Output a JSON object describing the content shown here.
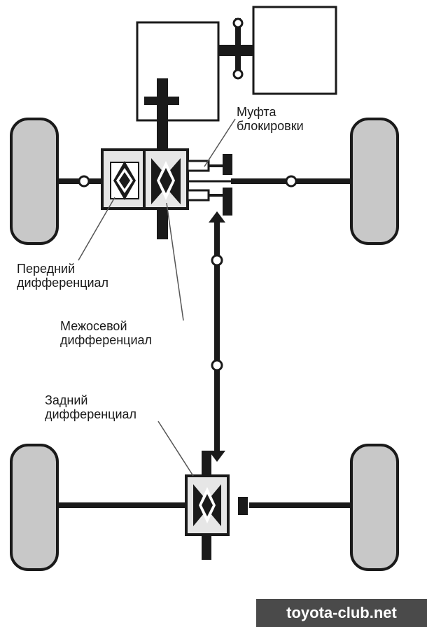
{
  "labels": {
    "lock_clutch": [
      "Муфта",
      "блокировки"
    ],
    "front_diff": [
      "Передний",
      "дифференциал"
    ],
    "center_diff": [
      "Межосевой",
      "дифференциал"
    ],
    "rear_diff": [
      "Задний",
      "дифференциал"
    ]
  },
  "watermark": "toyota-club.net",
  "colors": {
    "stroke": "#1a1a1a",
    "wheel_fill": "#c8c8c8",
    "diff_fill": "#e6e6e6",
    "background": "#ffffff"
  }
}
